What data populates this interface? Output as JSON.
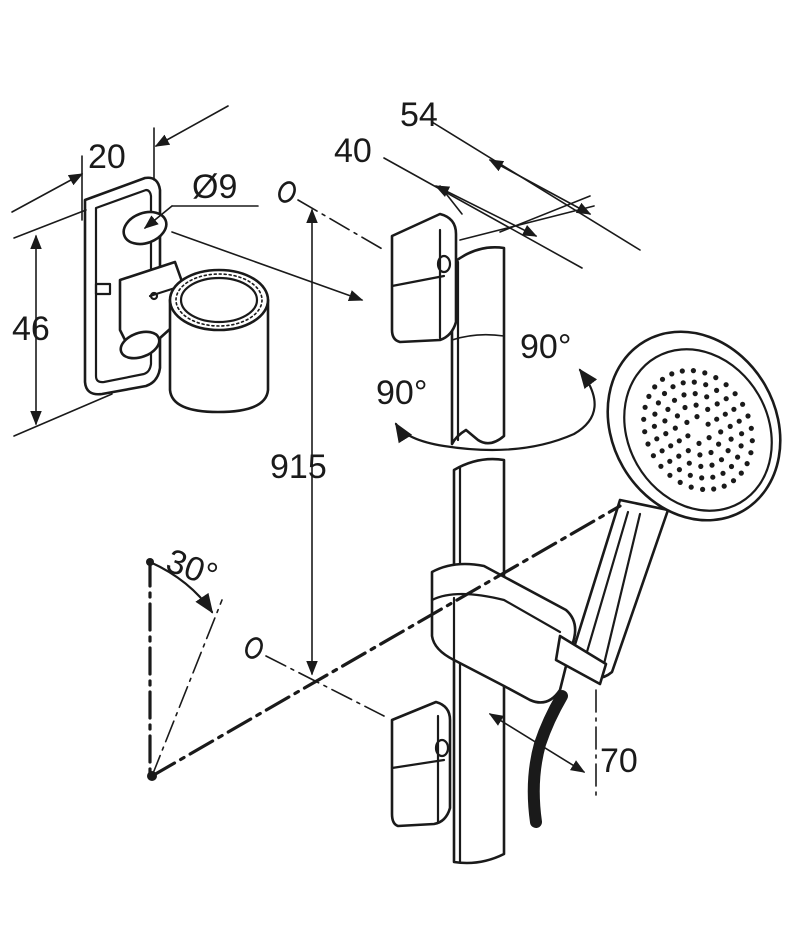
{
  "dimensions": {
    "d20": "20",
    "d_dia9": "Ø9",
    "d46": "46",
    "d40": "40",
    "d54": "54",
    "d915": "915",
    "d70": "70"
  },
  "angles": {
    "rot_right": "90°",
    "rot_left": "90°",
    "tilt": "30°"
  },
  "colors": {
    "ink": "#1a1a1a",
    "paper": "#ffffff"
  }
}
